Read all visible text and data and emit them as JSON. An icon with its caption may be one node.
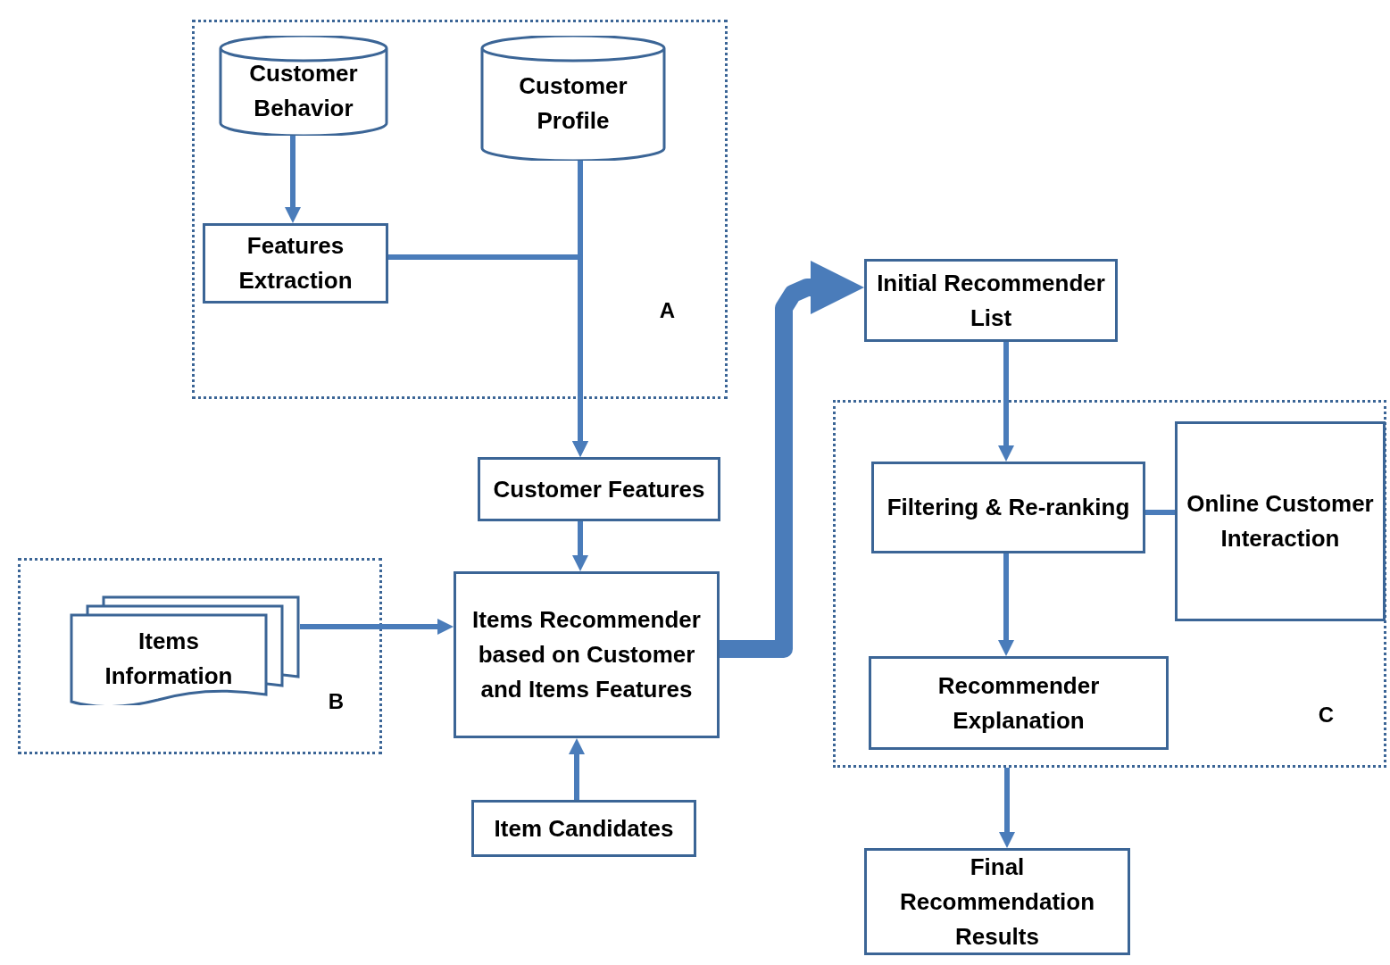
{
  "diagram": {
    "nodes": [
      {
        "text": [
          "A"
        ]
      },
      {
        "text": [
          "Customer Behavior"
        ],
        "in": 0
      },
      {
        "text": [
          "Customer Profile"
        ],
        "in": 0
      },
      {
        "text": [
          "Features Extraction"
        ],
        "in": 0
      },
      {
        "text": [
          "B"
        ]
      },
      {
        "text": [
          "Items Information"
        ],
        "in": 4
      },
      {
        "text": [
          "Customer Features"
        ]
      },
      {
        "text": [
          "Items Recommender based on Customer and Items Features"
        ]
      },
      {
        "text": [
          "Item Candidates"
        ]
      },
      {
        "text": [
          "Initial Recommender List"
        ]
      },
      {
        "text": [
          "C"
        ]
      },
      {
        "text": [
          "Filtering & Re-ranking"
        ],
        "in": 10
      },
      {
        "text": [
          "Online Customer Interaction"
        ],
        "in": 10
      },
      {
        "text": [
          "Recommender Explanation"
        ],
        "in": 10
      },
      {
        "text": [
          "Final Recommendation Results"
        ]
      }
    ],
    "edges": [
      {
        "from": 1,
        "to": 3,
        "arrow": "to"
      },
      {
        "from": 2,
        "to": 6,
        "arrow": "to"
      },
      {
        "from": 3,
        "to": 6,
        "arrow": "to"
      },
      {
        "from": 5,
        "to": 7,
        "arrow": "to"
      },
      {
        "from": 6,
        "to": 7,
        "arrow": "to"
      },
      {
        "from": 8,
        "to": 7,
        "arrow": "to"
      },
      {
        "from": 7,
        "to": 9,
        "arrow": "to",
        "style": "thick"
      },
      {
        "from": 9,
        "to": 11,
        "arrow": "to"
      },
      {
        "from": 12,
        "to": 11,
        "arrow": "none"
      },
      {
        "from": 11,
        "to": 13,
        "arrow": "to"
      },
      {
        "from": 10,
        "to": 14,
        "arrow": "to"
      }
    ]
  }
}
